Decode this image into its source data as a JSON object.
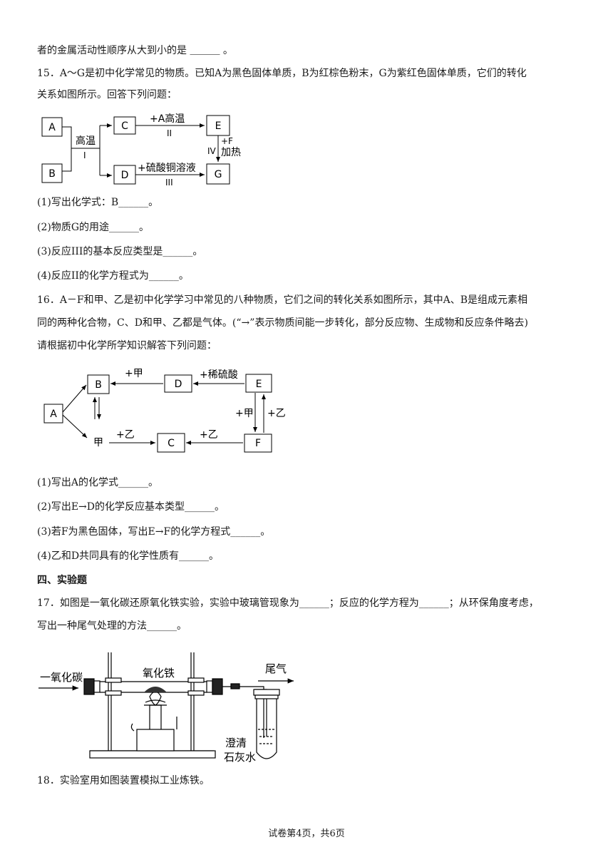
{
  "lines": {
    "l0": "者的金属活动性顺序从大到小的是 ＿＿＿ 。",
    "q15a": "15．A～G是初中化学常见的物质。已知A为黑色固体单质，B为红棕色粉末，G为紫红色固体单质，它们的转化",
    "q15b": "关系如图所示。回答下列问题：",
    "q15_1": "(1)写出化学式：B______。",
    "q15_2": "(2)物质G的用途______。",
    "q15_3": "(3)反应III的基本反应类型是______。",
    "q15_4": "(4)反应II的化学方程式为______。",
    "q16a": "16．A－F和甲、乙是初中化学学习中常见的八种物质，它们之间的转化关系如图所示，其中A、B是组成元素相",
    "q16b": "同的两种化合物，C、D和甲、乙都是气体。(“→”表示物质间能一步转化，部分反应物、生成物和反应条件略去)",
    "q16c": "请根据初中化学所学知识解答下列问题：",
    "q16_1": "(1)写出A的化学式______。",
    "q16_2": "(2)写出E→D的化学反应基本类型______。",
    "q16_3": "(3)若F为黑色固体，写出E→F的化学方程式______。",
    "q16_4": "(4)乙和D共同具有的化学性质有______。",
    "section4": "四、实验题",
    "q17a": "17．如图是一氧化碳还原氧化铁实验，实验中玻璃管现象为______；反应的化学方程为______；从环保角度考虑，",
    "q17b": "写出一种尾气处理的方法______。",
    "q18": "18．实验室用如图装置模拟工业炼铁。"
  },
  "diagram1": {
    "A": "A",
    "B": "B",
    "C": "C",
    "D": "D",
    "E": "E",
    "G": "G",
    "r1": "高温",
    "r1n": "I",
    "r2": "+A高温",
    "r2n": "II",
    "r3": "+硫酸铜溶液",
    "r3n": "III",
    "r4a": "+F",
    "r4b": "加热",
    "r4n": "IV"
  },
  "diagram2": {
    "A": "A",
    "B": "B",
    "C": "C",
    "D": "D",
    "E": "E",
    "F": "F",
    "jia": "甲",
    "l_bd": "+甲",
    "l_de": "+稀硫酸",
    "l_ef": "+甲",
    "l_fe": "+乙",
    "l_jc": "+乙",
    "l_fc": "+乙"
  },
  "apparatus": {
    "co": "一氧化碳",
    "fe2o3": "氧化铁",
    "tail": "尾气",
    "lime1": "澄清",
    "lime2": "石灰水"
  },
  "footer": "试卷第4页，共6页"
}
